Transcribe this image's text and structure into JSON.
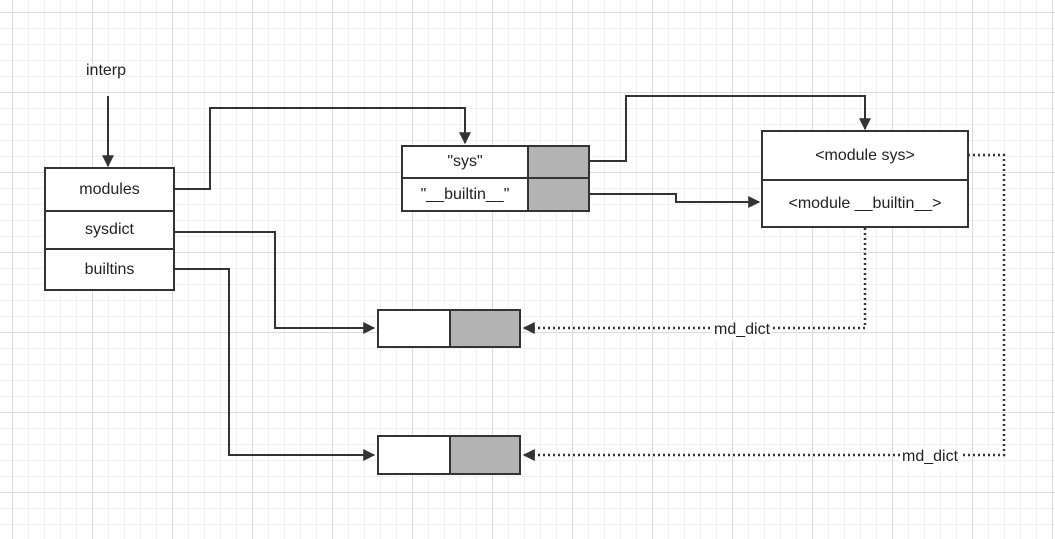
{
  "interp_label": "interp",
  "interp_struct": {
    "fields": [
      "modules",
      "sysdict",
      "builtins"
    ]
  },
  "modules_dict": {
    "keys": [
      "\"sys\"",
      "\"__builtin__\""
    ]
  },
  "module_objects": {
    "sys": "<module sys>",
    "builtin": "<module __builtin__>"
  },
  "edge_labels": {
    "sys_md_dict": "md_dict",
    "builtin_md_dict": "md_dict"
  }
}
